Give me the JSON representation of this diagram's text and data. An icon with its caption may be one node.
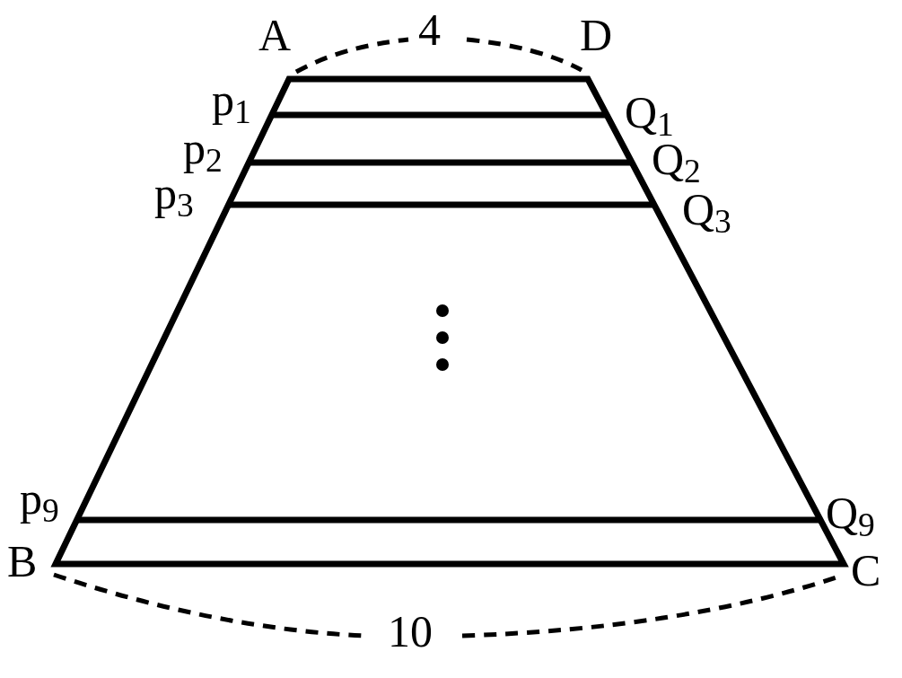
{
  "diagram": {
    "labels": [
      "A",
      "4",
      "D",
      "p$_{1}$",
      "Q$_{1}$",
      "p$_{2}$",
      "Q$_{2}$",
      "p$_{3}$",
      "Q$_{3}$",
      "p$_{9}$",
      "Q$_{9}$",
      "B",
      "C",
      "10"
    ]
  }
}
